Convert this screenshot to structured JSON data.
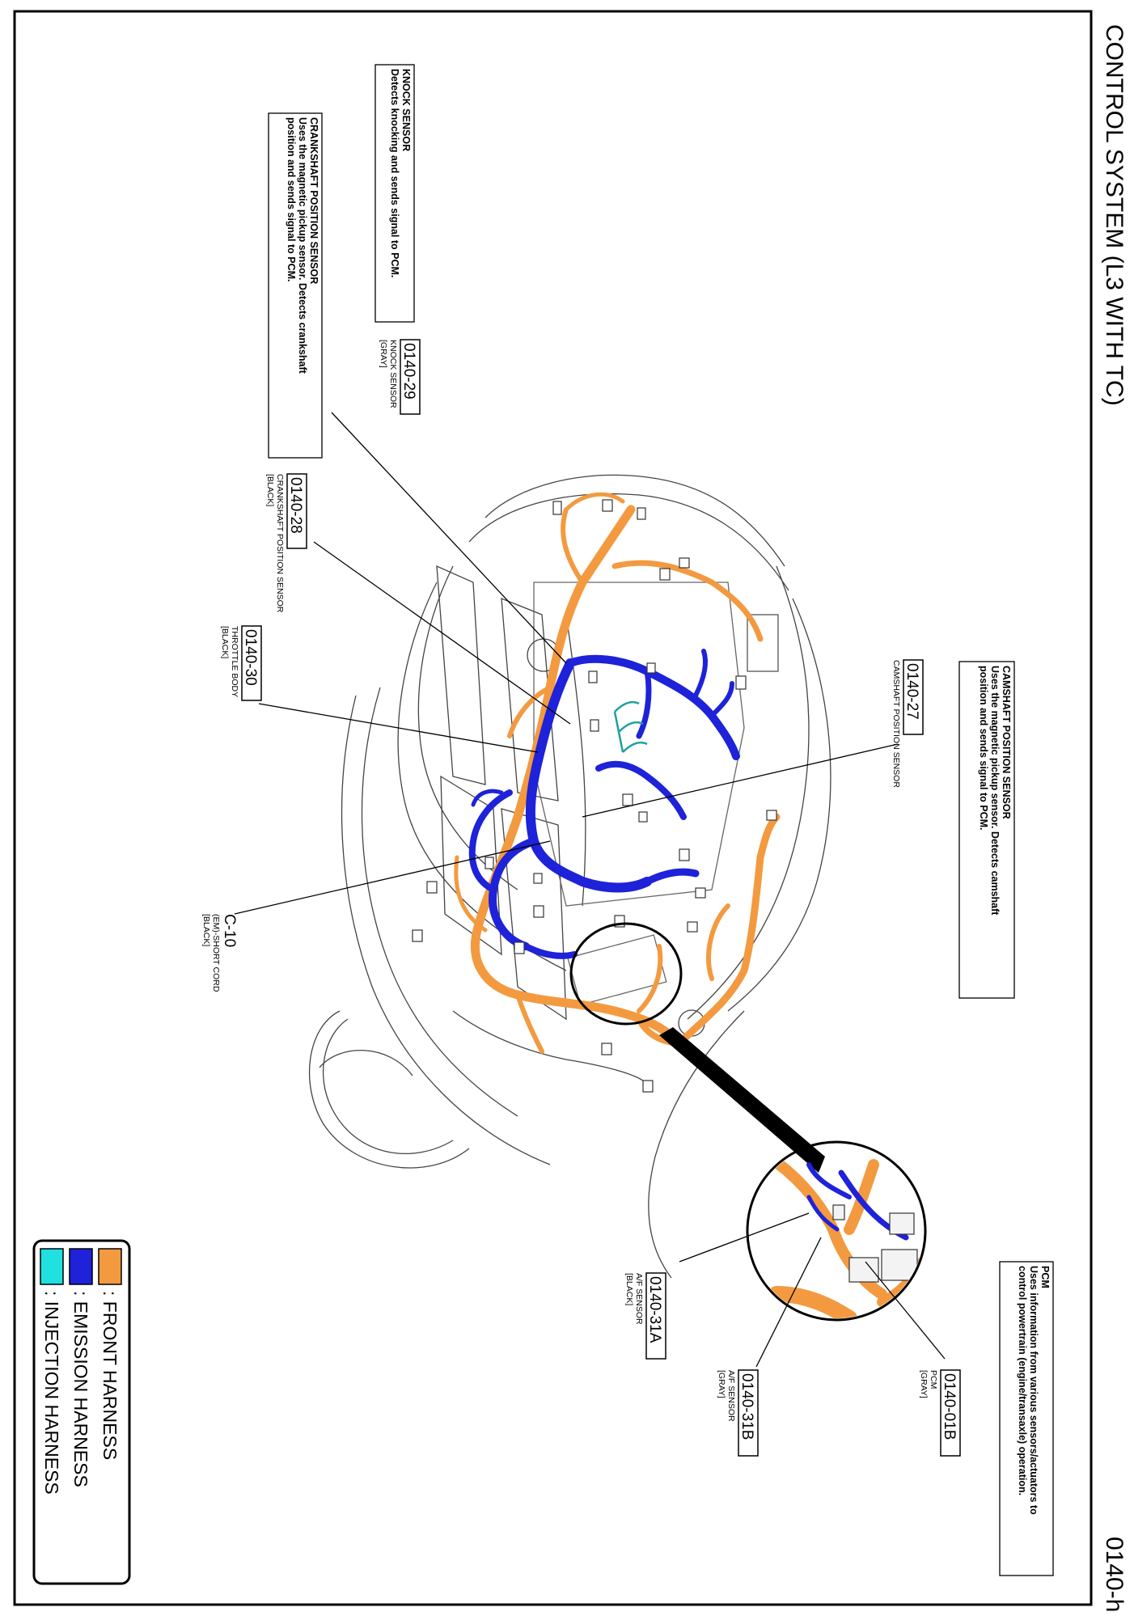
{
  "page": {
    "title": "CONTROL SYSTEM (L3 WITH TC)",
    "page_code": "0140-h"
  },
  "colors": {
    "front_harness": "#F39A40",
    "emission_harness": "#1E22D8",
    "injection_harness": "#20E0E0",
    "outline": "#333333"
  },
  "components": [
    {
      "id": "knock",
      "code": "0140-29",
      "name": "KNOCK SENSOR",
      "color_note": "[GRAY]",
      "box_title": "KNOCK SENSOR",
      "box_lines": [
        "Detects knocking and sends signal to PCM."
      ]
    },
    {
      "id": "crank",
      "code": "0140-28",
      "name": "CRANKSHAFT POSITION SENSOR",
      "color_note": "[BLACK]",
      "box_title": "CRANKSHAFT POSITION SENSOR",
      "box_lines": [
        "Uses the magnetic pickup sensor. Detects crankshaft",
        "position and sends signal to PCM."
      ]
    },
    {
      "id": "throttle",
      "code": "0140-30",
      "name": "THROTTLE BODY",
      "color_note": "[BLACK]"
    },
    {
      "id": "cam",
      "code": "0140-27",
      "name": "CAMSHAFT POSITION SENSOR",
      "box_title": "CAMSHAFT POSITION SENSOR",
      "box_lines": [
        "Uses the magnetic pickup sensor. Detects camshaft",
        "position and sends signal to PCM."
      ]
    },
    {
      "id": "c10",
      "code": "C-10",
      "name": "(EM)-SHORT CORD",
      "color_note": "[BLACK]"
    },
    {
      "id": "af_a",
      "code": "0140-31A",
      "name": "A/F SENSOR",
      "color_note": "[BLACK]"
    },
    {
      "id": "af_b",
      "code": "0140-31B",
      "name": "A/F SENSOR",
      "color_note": "[GRAY]"
    },
    {
      "id": "pcm",
      "code": "0140-01B",
      "name": "PCM",
      "color_note": "[GRAY]",
      "box_title": "PCM",
      "box_lines": [
        "Uses information from various sensors/actuators to",
        "control powertrain (engine/transaxle) operation."
      ]
    }
  ],
  "legend": [
    {
      "label": ": FRONT HARNESS",
      "color": "#F39A40"
    },
    {
      "label": ": EMISSION HARNESS",
      "color": "#1E22D8"
    },
    {
      "label": ": INJECTION HARNESS",
      "color": "#20E0E0"
    }
  ]
}
